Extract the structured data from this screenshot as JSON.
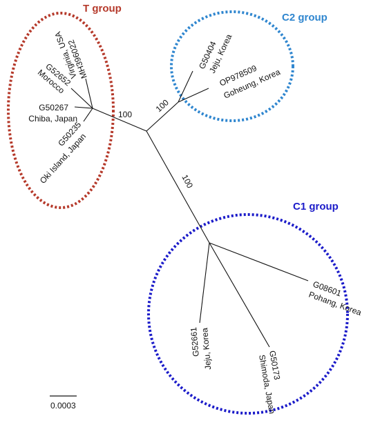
{
  "groups": {
    "t": {
      "label": "T group",
      "color": "#b5392a"
    },
    "c2": {
      "label": "C2 group",
      "color": "#2f86cf"
    },
    "c1": {
      "label": "C1 group",
      "color": "#1b1bc9"
    }
  },
  "taxa": [
    {
      "id": "MH396022",
      "location": "Virginia, USA"
    },
    {
      "id": "G52652",
      "location": "Morocco"
    },
    {
      "id": "G50267",
      "location": "Chiba, Japan"
    },
    {
      "id": "G50235",
      "location": "Oki Island, Japan"
    },
    {
      "id": "G50404",
      "location": "Jeju, Korea"
    },
    {
      "id": "OP978509",
      "location": "Goheung, Korea"
    },
    {
      "id": "G08601",
      "location": "Pohang, Korea"
    },
    {
      "id": "G52661",
      "location": "Jeju, Korea"
    },
    {
      "id": "G50173",
      "location": "Shimoda, Japan"
    }
  ],
  "bootstrap": [
    "100",
    "100",
    "100"
  ],
  "scale_bar": {
    "label": "0.0003"
  }
}
